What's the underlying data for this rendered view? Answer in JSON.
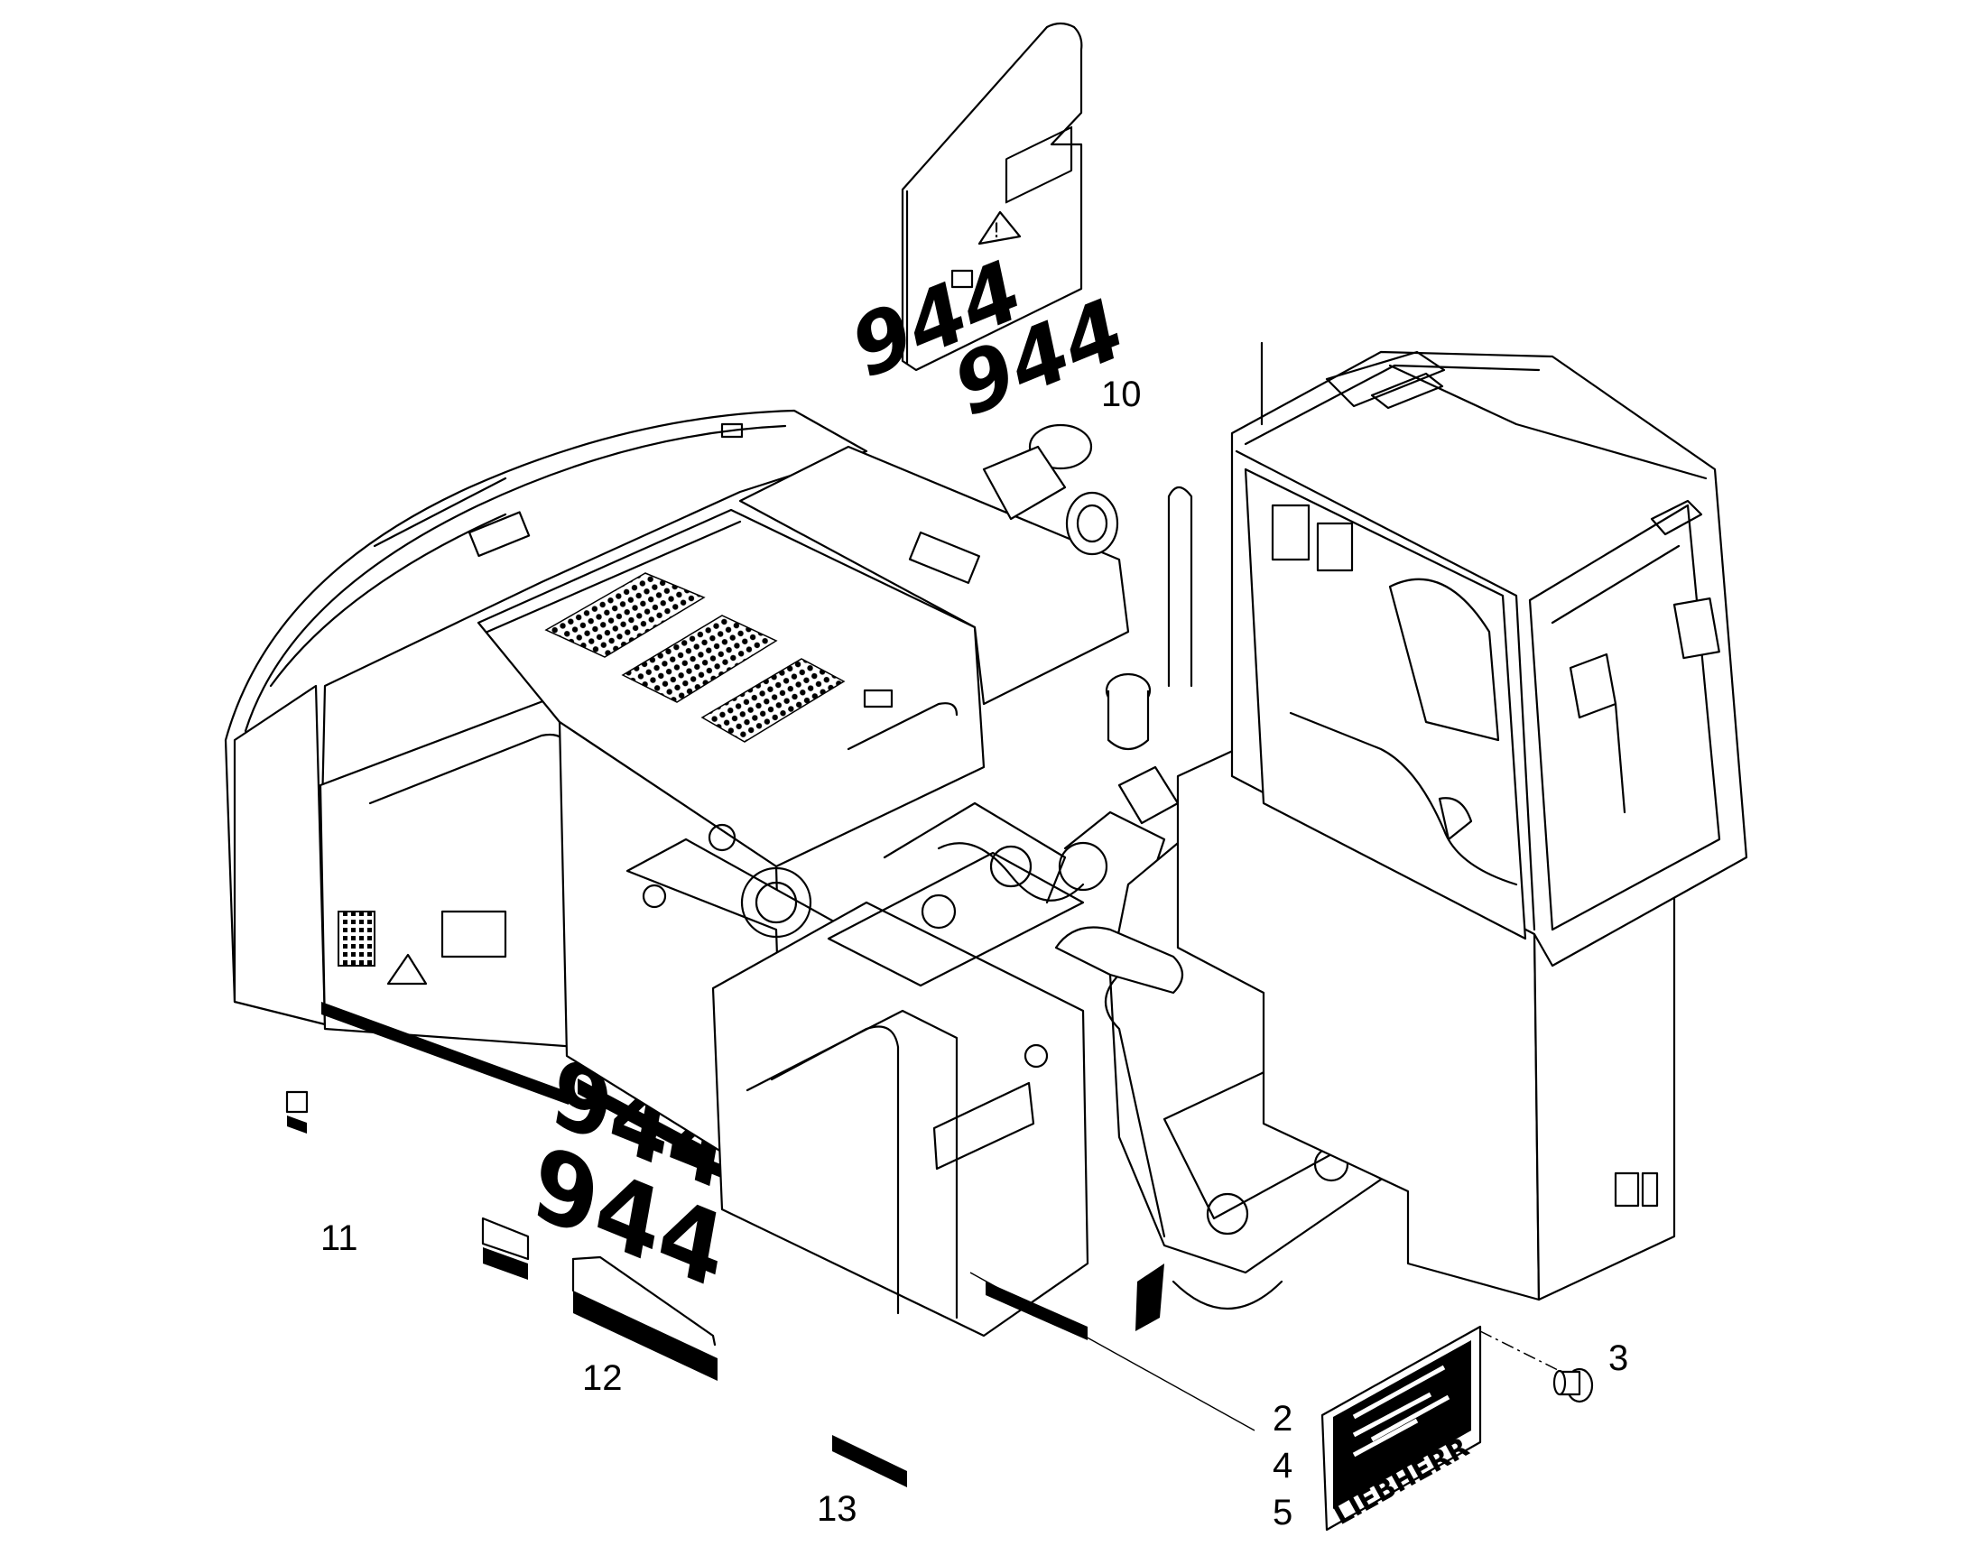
{
  "diagram": {
    "model_number": "944",
    "brand": "LIEBHERR",
    "callouts": [
      {
        "id": "c10",
        "label": "10"
      },
      {
        "id": "c11",
        "label": "11"
      },
      {
        "id": "c12",
        "label": "12"
      },
      {
        "id": "c13",
        "label": "13"
      },
      {
        "id": "c2",
        "label": "2"
      },
      {
        "id": "c4",
        "label": "4"
      },
      {
        "id": "c5",
        "label": "5"
      },
      {
        "id": "c3",
        "label": "3"
      }
    ]
  }
}
